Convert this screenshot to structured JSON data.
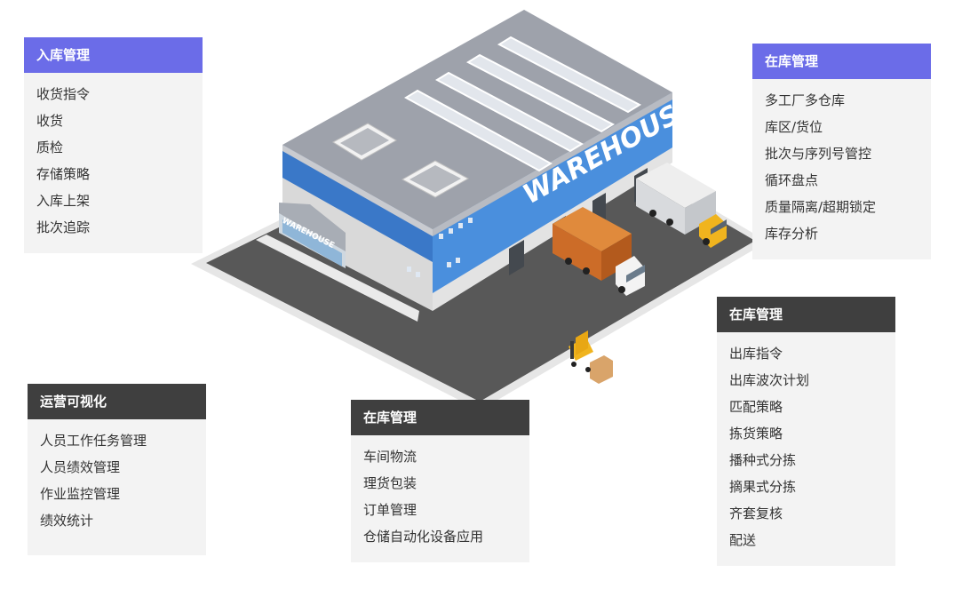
{
  "illustration": {
    "roof_sign": "WAREHOUSE",
    "front_sign": "WAREHOUSE"
  },
  "cards": {
    "inbound": {
      "title": "入库管理",
      "items": [
        "收货指令",
        "收货",
        "质检",
        "存储策略",
        "入库上架",
        "批次追踪"
      ]
    },
    "inventory": {
      "title": "在库管理",
      "items": [
        "多工厂多仓库",
        "库区/货位",
        "批次与序列号管控",
        "循环盘点",
        "质量隔离/超期锁定",
        "库存分析"
      ]
    },
    "outbound": {
      "title": "在库管理",
      "items": [
        "出库指令",
        "出库波次计划",
        "匹配策略",
        "拣货策略",
        "播种式分拣",
        "摘果式分拣",
        "齐套复核",
        "配送"
      ]
    },
    "visual": {
      "title": "运营可视化",
      "items": [
        "人员工作任务管理",
        "人员绩效管理",
        "作业监控管理",
        "绩效统计"
      ]
    },
    "transport": {
      "title": "在库管理",
      "items": [
        "车间物流",
        "理货包装",
        "订单管理",
        "仓储自动化设备应用"
      ]
    }
  },
  "colors": {
    "purple_header": "#6b6ce8",
    "dark_header": "#3f3f3f",
    "card_bg": "#f3f3f3",
    "roof": "#9ea2ab",
    "wall_blue": "#3f86d8",
    "truck_orange": "#cc6c28",
    "truck_yellow": "#f0b41e",
    "asphalt": "#5a5a5a"
  }
}
